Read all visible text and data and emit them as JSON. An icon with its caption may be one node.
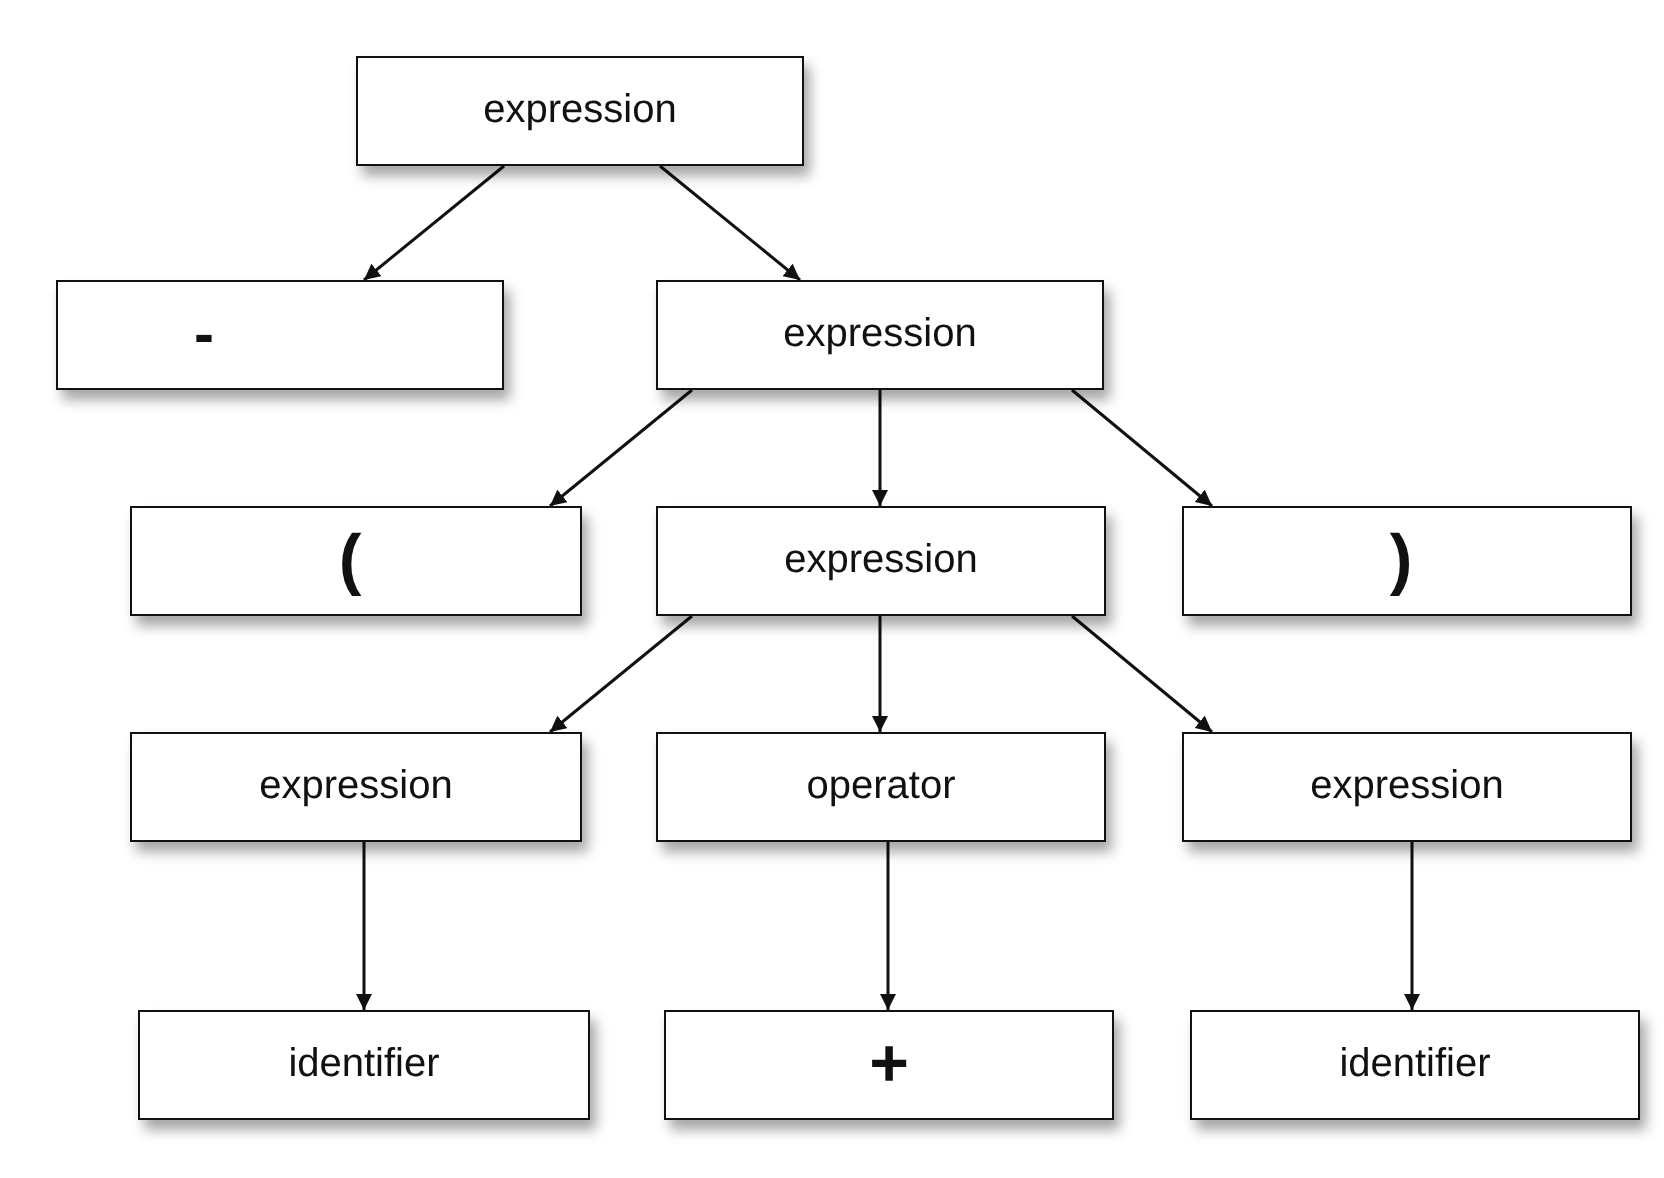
{
  "diagram": {
    "nodes": [
      {
        "text": [
          "expression"
        ]
      },
      {
        "text": [
          "-"
        ]
      },
      {
        "text": [
          "expression"
        ]
      },
      {
        "text": [
          "("
        ]
      },
      {
        "text": [
          "expression"
        ]
      },
      {
        "text": [
          ")"
        ]
      },
      {
        "text": [
          "expression"
        ]
      },
      {
        "text": [
          "operator"
        ]
      },
      {
        "text": [
          "expression"
        ]
      },
      {
        "text": [
          "identifier"
        ]
      },
      {
        "text": [
          "+"
        ]
      },
      {
        "text": [
          "identifier"
        ]
      }
    ],
    "edges": [
      {
        "from": 0,
        "to": 1,
        "arrow": "to"
      },
      {
        "from": 0,
        "to": 2,
        "arrow": "to"
      },
      {
        "from": 2,
        "to": 3,
        "arrow": "to"
      },
      {
        "from": 2,
        "to": 4,
        "arrow": "to"
      },
      {
        "from": 2,
        "to": 5,
        "arrow": "to"
      },
      {
        "from": 4,
        "to": 6,
        "arrow": "to"
      },
      {
        "from": 4,
        "to": 7,
        "arrow": "to"
      },
      {
        "from": 4,
        "to": 8,
        "arrow": "to"
      },
      {
        "from": 6,
        "to": 9,
        "arrow": "to"
      },
      {
        "from": 7,
        "to": 10,
        "arrow": "to"
      },
      {
        "from": 8,
        "to": 11,
        "arrow": "to"
      }
    ]
  }
}
